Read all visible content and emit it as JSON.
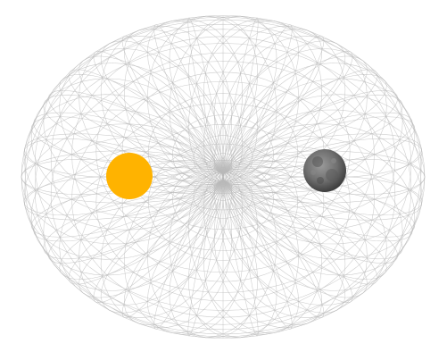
{
  "figure": {
    "subject": "torus-wireframe",
    "mesh_color": "#b9b9b9",
    "background_color": "#ffffff",
    "bodies": [
      {
        "name": "sun",
        "icon": "sun-icon",
        "color": "#ffb300"
      },
      {
        "name": "moon",
        "icon": "moon-icon",
        "color": "#6e6e6e"
      }
    ]
  }
}
